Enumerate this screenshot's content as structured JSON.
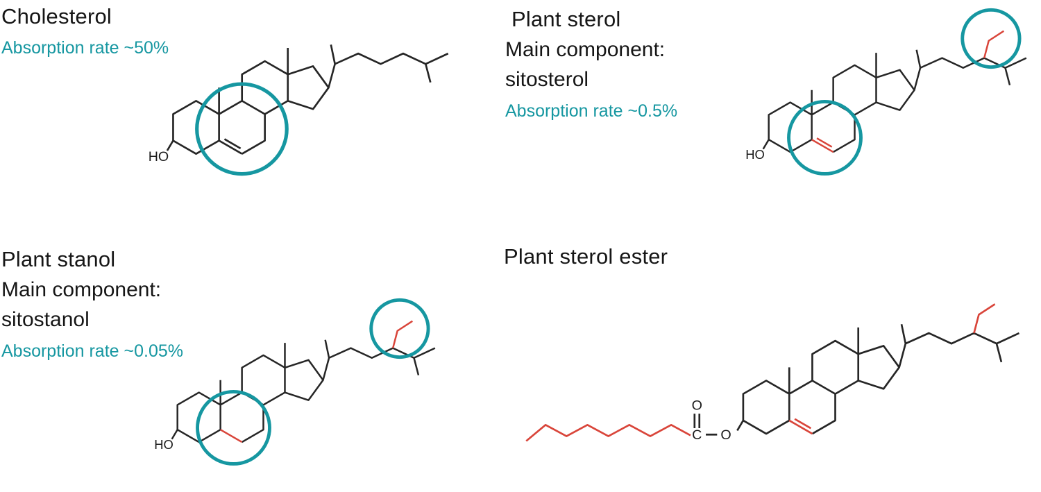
{
  "colors": {
    "teal_accent": "#1697A1",
    "red_highlight": "#D9453A",
    "structure_ink": "#262626",
    "text_ink": "#161616"
  },
  "panels": {
    "cholesterol": {
      "title": "Cholesterol",
      "absorption": "Absorption rate ~50%",
      "hydroxyl": "HO"
    },
    "plant_sterol": {
      "title": "Plant sterol",
      "main_component_label": "Main component:",
      "main_component": "sitosterol",
      "absorption": "Absorption rate ~0.5%",
      "hydroxyl": "HO"
    },
    "plant_stanol": {
      "title": "Plant stanol",
      "main_component_label": "Main component:",
      "main_component": "sitostanol",
      "absorption": "Absorption rate ~0.05%",
      "hydroxyl": "HO"
    },
    "plant_sterol_ester": {
      "title": "Plant sterol ester",
      "carbonyl_carbon": "C",
      "carbonyl_oxygen": "O",
      "ester_oxygen": "O"
    }
  }
}
